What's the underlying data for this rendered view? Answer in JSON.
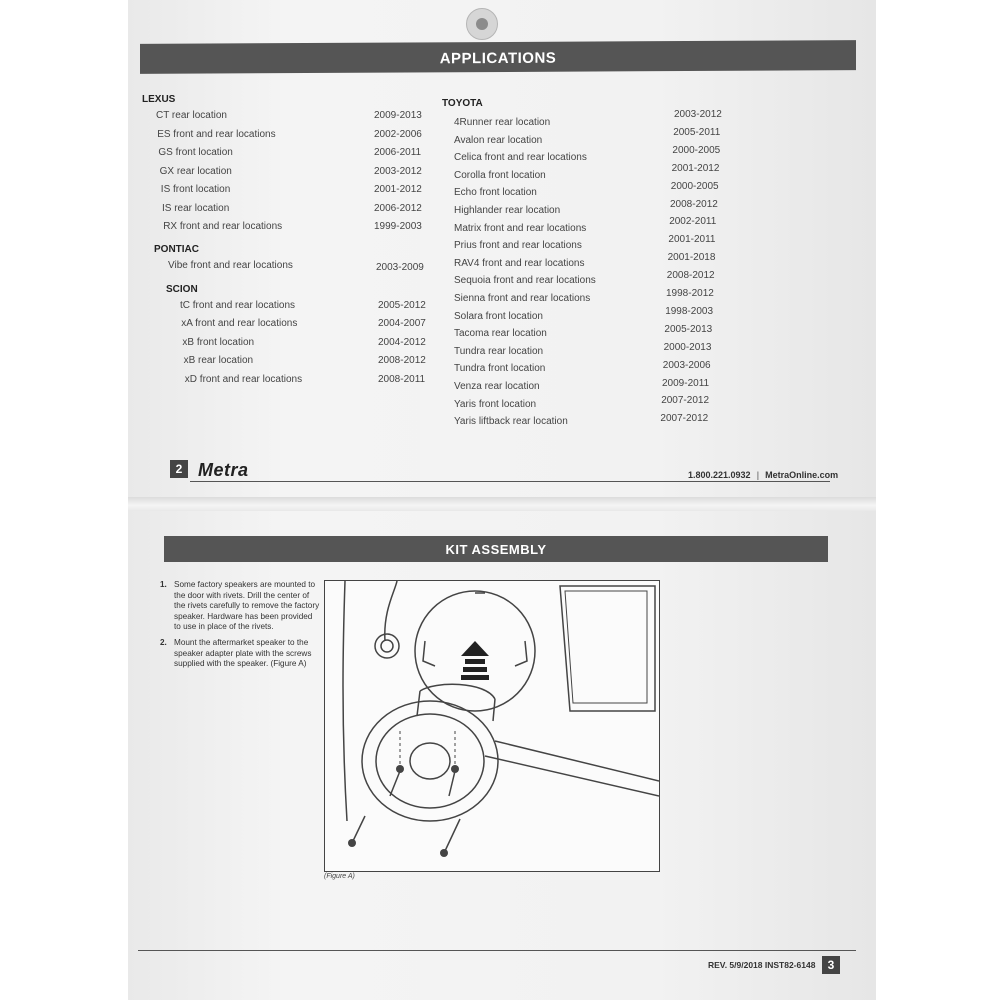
{
  "applications": {
    "header": "APPLICATIONS",
    "left": [
      {
        "brand": "LEXUS",
        "rows": [
          {
            "name": "CT rear location",
            "years": "2009-2013"
          },
          {
            "name": "ES front and rear locations",
            "years": "2002-2006"
          },
          {
            "name": "GS front location",
            "years": "2006-2011"
          },
          {
            "name": "GX rear location",
            "years": "2003-2012"
          },
          {
            "name": "IS front location",
            "years": "2001-2012"
          },
          {
            "name": "IS rear location",
            "years": "2006-2012"
          },
          {
            "name": "RX front and rear locations",
            "years": "1999-2003"
          }
        ]
      },
      {
        "brand": "PONTIAC",
        "rows": [
          {
            "name": "Vibe front and rear locations",
            "years": "2003-2009"
          }
        ]
      },
      {
        "brand": "SCION",
        "rows": [
          {
            "name": "tC front and rear locations",
            "years": "2005-2012"
          },
          {
            "name": "xA front and rear locations",
            "years": "2004-2007"
          },
          {
            "name": "xB front location",
            "years": "2004-2012"
          },
          {
            "name": "xB rear location",
            "years": "2008-2012"
          },
          {
            "name": "xD front and rear locations",
            "years": "2008-2011"
          }
        ]
      }
    ],
    "right": {
      "brand": "TOYOTA",
      "rows": [
        {
          "name": "4Runner rear location",
          "years": "2003-2012"
        },
        {
          "name": "Avalon rear location",
          "years": "2005-2011"
        },
        {
          "name": "Celica front and rear locations",
          "years": "2000-2005"
        },
        {
          "name": "Corolla front location",
          "years": "2001-2012"
        },
        {
          "name": "Echo front location",
          "years": "2000-2005"
        },
        {
          "name": "Highlander rear location",
          "years": "2008-2012"
        },
        {
          "name": "Matrix front and rear locations",
          "years": "2002-2011"
        },
        {
          "name": "Prius front and rear locations",
          "years": "2001-2011"
        },
        {
          "name": "RAV4 front and rear locations",
          "years": "2001-2018"
        },
        {
          "name": "Sequoia front and rear locations",
          "years": "2008-2012"
        },
        {
          "name": "Sienna front and rear locations",
          "years": "1998-2012"
        },
        {
          "name": "Solara front location",
          "years": "1998-2003"
        },
        {
          "name": "Tacoma rear location",
          "years": "2005-2013"
        },
        {
          "name": "Tundra rear location",
          "years": "2000-2013"
        },
        {
          "name": "Tundra front location",
          "years": "2003-2006"
        },
        {
          "name": "Venza rear location",
          "years": "2009-2011"
        },
        {
          "name": "Yaris front location",
          "years": "2007-2012"
        },
        {
          "name": "Yaris liftback rear location",
          "years": "2007-2012"
        }
      ]
    }
  },
  "footer_top": {
    "page_number": "2",
    "logo": "Metra",
    "phone": "1.800.221.0932",
    "site": "MetraOnline.com"
  },
  "kit": {
    "header": "KIT ASSEMBLY",
    "steps": [
      {
        "n": "1.",
        "text": "Some factory speakers are mounted to the door with rivets. Drill the center of the rivets carefully to remove the factory speaker. Hardware has been provided to use in place of the rivets."
      },
      {
        "n": "2.",
        "text": "Mount the aftermarket speaker to the speaker adapter plate with the screws supplied with the speaker. (Figure A)"
      }
    ],
    "figure_caption": "(Figure A)"
  },
  "footer_bottom": {
    "rev": "REV. 5/9/2018 INST82-6148",
    "page_number": "3"
  }
}
